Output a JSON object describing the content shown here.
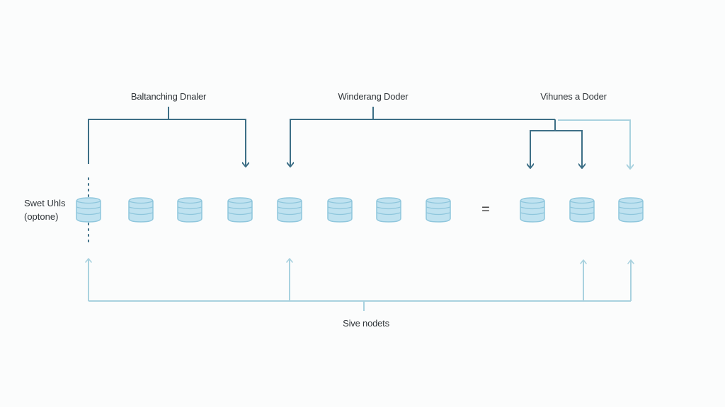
{
  "diagram": {
    "groups": [
      {
        "id": "left",
        "label": "Baltanching Dnaler"
      },
      {
        "id": "middle",
        "label": "Winderang Doder"
      },
      {
        "id": "right",
        "label": "Vihunes a Doder"
      }
    ],
    "side_label": {
      "line1": "Swet Uhls",
      "line2": "(optone)"
    },
    "bottom_label": "Sive nodets",
    "separator_symbol": "=",
    "nodes_before_separator": 8,
    "nodes_after_separator": 3,
    "colors": {
      "background": "#fbfcfc",
      "dark_line": "#3d6f86",
      "light_line": "#a9d2df",
      "node_fill": "#bfe2f0",
      "node_stroke": "#8ec6dc",
      "text": "#2f3438"
    }
  }
}
